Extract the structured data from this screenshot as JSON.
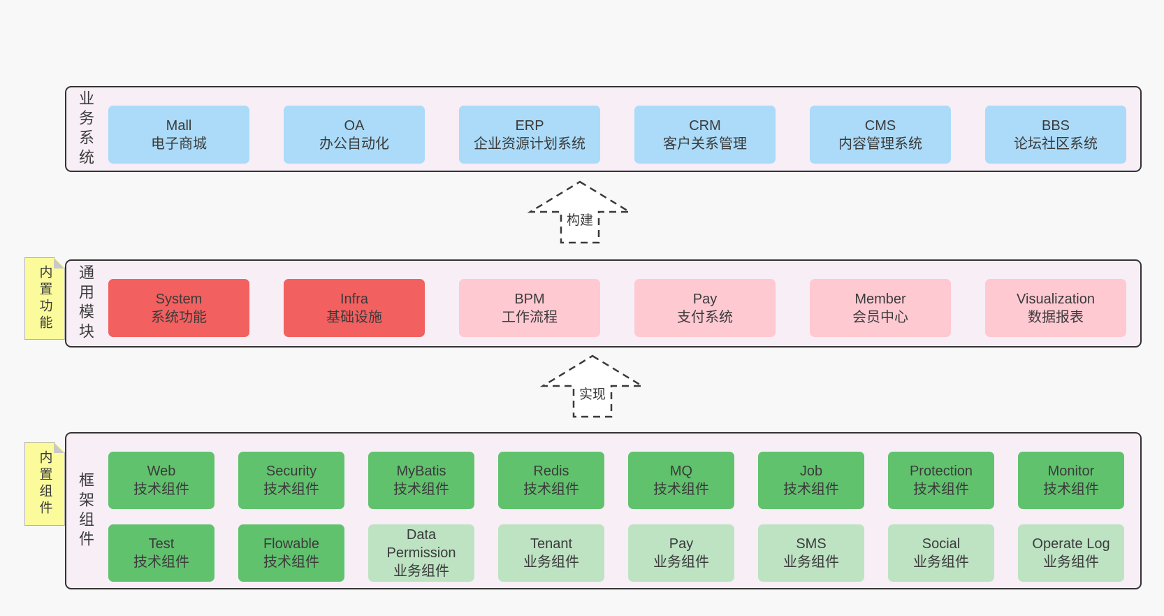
{
  "colors": {
    "page-bg": "#f8f8f8",
    "layer-bg": "#f7eef6",
    "layer-border": "#333333",
    "box-blue": "#abdbf8",
    "box-red": "#f2605f",
    "box-pink": "#ffc9d2",
    "box-green": "#61c26e",
    "box-green-light": "#bde3c3",
    "note-yellow": "#fbfb9b",
    "note-fold": "#c8c8c8",
    "text": "#3b3b3b"
  },
  "arrows": [
    {
      "label": "构建"
    },
    {
      "label": "实现"
    }
  ],
  "layers": [
    {
      "label": "业务系统",
      "boxes": [
        {
          "title": "Mall",
          "subtitle": "电子商城"
        },
        {
          "title": "OA",
          "subtitle": "办公自动化"
        },
        {
          "title": "ERP",
          "subtitle": "企业资源计划系统"
        },
        {
          "title": "CRM",
          "subtitle": "客户关系管理"
        },
        {
          "title": "CMS",
          "subtitle": "内容管理系统"
        },
        {
          "title": "BBS",
          "subtitle": "论坛社区系统"
        }
      ]
    },
    {
      "label": "通用模块",
      "note": "内置功能",
      "boxes": [
        {
          "title": "System",
          "subtitle": "系统功能"
        },
        {
          "title": "Infra",
          "subtitle": "基础设施"
        },
        {
          "title": "BPM",
          "subtitle": "工作流程"
        },
        {
          "title": "Pay",
          "subtitle": "支付系统"
        },
        {
          "title": "Member",
          "subtitle": "会员中心"
        },
        {
          "title": "Visualization",
          "subtitle": "数据报表"
        }
      ]
    },
    {
      "label": "框架组件",
      "note": "内置组件",
      "rows": [
        [
          {
            "title": "Web",
            "subtitle": "技术组件"
          },
          {
            "title": "Security",
            "subtitle": "技术组件"
          },
          {
            "title": "MyBatis",
            "subtitle": "技术组件"
          },
          {
            "title": "Redis",
            "subtitle": "技术组件"
          },
          {
            "title": "MQ",
            "subtitle": "技术组件"
          },
          {
            "title": "Job",
            "subtitle": "技术组件"
          },
          {
            "title": "Protection",
            "subtitle": "技术组件"
          },
          {
            "title": "Monitor",
            "subtitle": "技术组件"
          }
        ],
        [
          {
            "title": "Test",
            "subtitle": "技术组件"
          },
          {
            "title": "Flowable",
            "subtitle": "技术组件"
          },
          {
            "title": "Data Permission",
            "subtitle": "业务组件"
          },
          {
            "title": "Tenant",
            "subtitle": "业务组件"
          },
          {
            "title": "Pay",
            "subtitle": "业务组件"
          },
          {
            "title": "SMS",
            "subtitle": "业务组件"
          },
          {
            "title": "Social",
            "subtitle": "业务组件"
          },
          {
            "title": "Operate Log",
            "subtitle": "业务组件"
          }
        ]
      ]
    }
  ]
}
